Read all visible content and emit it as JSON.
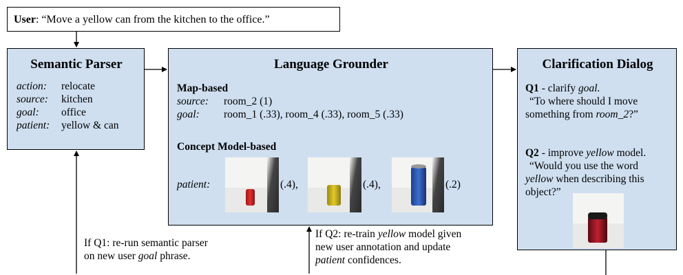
{
  "user_box": {
    "label": "User",
    "text": ": “Move a yellow can from the kitchen to the office.”"
  },
  "semantic_parser": {
    "title": "Semantic Parser",
    "rows": [
      {
        "key": "action",
        "sep": ":",
        "value": "relocate"
      },
      {
        "key": "source",
        "sep": ":",
        "value": "kitchen"
      },
      {
        "key": "goal",
        "sep": ":",
        "value": "office"
      },
      {
        "key": "patient",
        "sep": ":",
        "value": "yellow & can"
      }
    ]
  },
  "language_grounder": {
    "title": "Language Grounder",
    "map_heading": "Map-based",
    "source_key": "source",
    "source_sep": ":",
    "source_value": "room_2 (1)",
    "goal_key": "goal",
    "goal_sep": ":",
    "goal_value": "room_1 (.33), room_4 (.33), room_5 (.33)",
    "concept_heading": "Concept Model-based",
    "patient_key": "patient",
    "patient_sep": ":",
    "scores": [
      "(.4),",
      "(.4),",
      "(.2)"
    ]
  },
  "clarification": {
    "title": "Clarification Dialog",
    "q1_label": "Q1",
    "q1_pre": " - clarify ",
    "q1_goal": "goal.",
    "q1_quote_a": "“To where should I move",
    "q1_quote_b": "something from ",
    "q1_room": "room_2",
    "q1_quote_end": "?”",
    "q2_label": "Q2",
    "q2_pre": " - improve ",
    "q2_yellow": "yellow",
    "q2_post": " model.",
    "q2_line_a": "“Would you use the word",
    "q2_yellow2": "yellow",
    "q2_line_b": " when describing this",
    "q2_line_c": "object?”"
  },
  "note_q1": {
    "line1": "If Q1: re-run semantic parser",
    "line2_pre": "on new user ",
    "line2_goal": "goal",
    "line2_post": " phrase."
  },
  "note_q2": {
    "line1_pre": "If Q2: re-train ",
    "line1_yellow": "yellow",
    "line1_post": " model given",
    "line2": "new user annotation and update",
    "line3_patient": "patient",
    "line3_post": " confidences."
  }
}
